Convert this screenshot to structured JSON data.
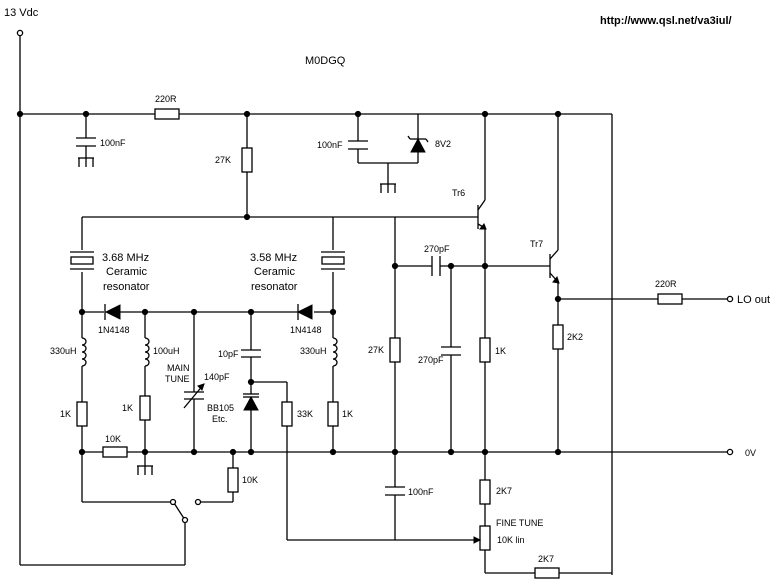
{
  "supply_label": "13 Vdc",
  "url": "http://www.qsl.net/va3iul/",
  "author": "M0DGQ",
  "labels": {
    "r_220_top": "220R",
    "c_100n_left": "100nF",
    "r_27k_top": "27K",
    "c_100n_zener": "100nF",
    "zener": "8V2",
    "tr6": "Tr6",
    "tr7": "Tr7",
    "c_270p_series": "270pF",
    "c_270p_shunt": "270pF",
    "r_27k_mid": "27K",
    "r_1k_tr6": "1K",
    "r_2k2": "2K2",
    "r_220_out": "220R",
    "lo_out": "LO out",
    "ov": "0V",
    "res1_freq": "3.68 MHz",
    "res1_l2": "Ceramic",
    "res1_l3": "resonator",
    "res2_freq": "3.58 MHz",
    "res2_l2": "Ceramic",
    "res2_l3": "resonator",
    "d1": "1N4148",
    "d2": "1N4148",
    "l_330_left": "330uH",
    "l_100u": "100uH",
    "l_330_right": "330uH",
    "r_1k_left": "1K",
    "r_1k_mid": "1K",
    "r_1k_right": "1K",
    "r_10k_h": "10K",
    "r_10k_v": "10K",
    "main_tune_1": "MAIN",
    "main_tune_2": "TUNE",
    "c_140p": "140pF",
    "c_10p": "10pF",
    "varicap_1": "BB105",
    "varicap_2": "Etc.",
    "r_33k": "33K",
    "c_100n_bot": "100nF",
    "r_2k7_top": "2K7",
    "fine_tune": "FINE TUNE",
    "pot_10k": "10K lin",
    "r_2k7_bot": "2K7"
  }
}
